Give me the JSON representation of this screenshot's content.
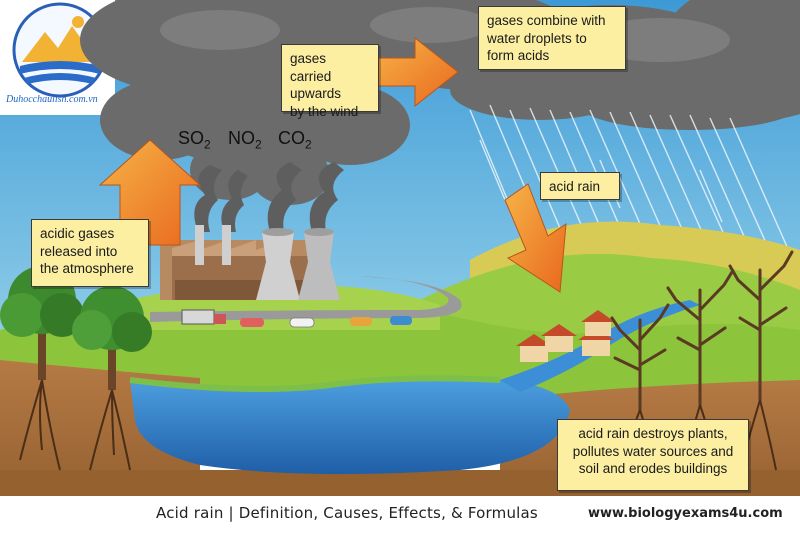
{
  "labels": {
    "wind": [
      "gases carried",
      "upwards",
      "by the wind"
    ],
    "combine": [
      "gases combine with",
      "water droplets to",
      "form acids"
    ],
    "released": [
      "acidic gases",
      "released into",
      "the atmosphere"
    ],
    "acid_rain": "acid rain",
    "destroys": [
      "acid rain destroys plants,",
      "pollutes water sources and",
      "soil and erodes buildings"
    ]
  },
  "chemicals": [
    {
      "base": "SO",
      "sub": "2"
    },
    {
      "base": "NO",
      "sub": "2"
    },
    {
      "base": "CO",
      "sub": "2"
    }
  ],
  "caption": "Acid rain | Definition, Causes, Effects, & Formulas",
  "website": "www.biologyexams4u.com",
  "logo_text": "Duhocchaulish.com.vn",
  "colors": {
    "sky": "#4aa3d8",
    "smoke": "#6a6a6a",
    "grass": "#8cc43c",
    "water": "#2f7fc8",
    "soil": "#a8703c",
    "arrow": "#f39a2e",
    "label_bg": "#fcefa2"
  }
}
